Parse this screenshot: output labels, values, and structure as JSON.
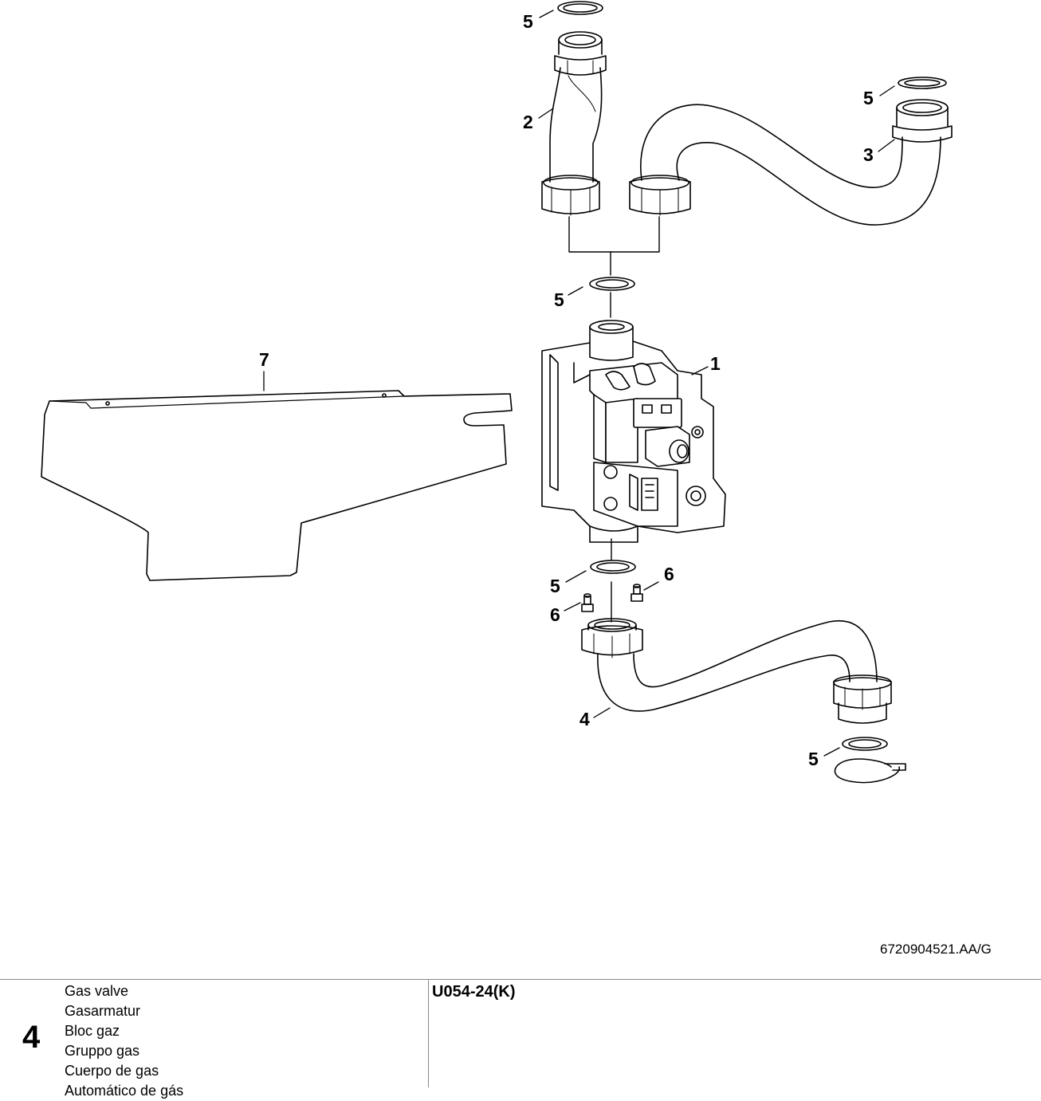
{
  "diagram": {
    "callouts": [
      {
        "id": "c5a",
        "text": "5"
      },
      {
        "id": "c2",
        "text": "2"
      },
      {
        "id": "c5b",
        "text": "5"
      },
      {
        "id": "c3",
        "text": "3"
      },
      {
        "id": "c5c",
        "text": "5"
      },
      {
        "id": "c7",
        "text": "7"
      },
      {
        "id": "c1",
        "text": "1"
      },
      {
        "id": "c5d",
        "text": "5"
      },
      {
        "id": "c6a",
        "text": "6"
      },
      {
        "id": "c6b",
        "text": "6"
      },
      {
        "id": "c4",
        "text": "4"
      },
      {
        "id": "c5e",
        "text": "5"
      }
    ],
    "document_number": "6720904521.AA/G"
  },
  "title_block": {
    "section_number": "4",
    "names": [
      "Gas valve",
      "Gasarmatur",
      "Bloc gaz",
      "Gruppo gas",
      "Cuerpo de gas",
      "Automático de gás"
    ],
    "model": "U054-24(K)"
  }
}
